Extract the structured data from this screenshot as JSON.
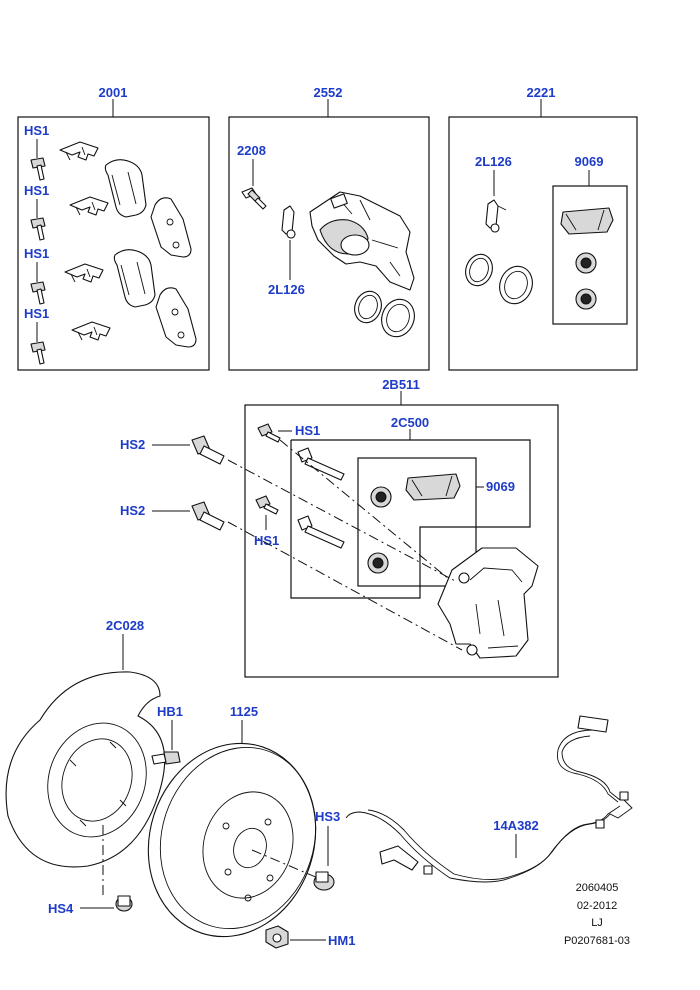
{
  "labels": {
    "box_pads": "2001",
    "box_caliper": "2552",
    "box_kit": "2221",
    "pads_hs1_a": "HS1",
    "pads_hs1_b": "HS1",
    "pads_hs1_c": "HS1",
    "pads_hs1_d": "HS1",
    "caliper_2208": "2208",
    "caliper_2l126": "2L126",
    "kit_2l126": "2L126",
    "kit_9069": "9069",
    "carrier_2b511": "2B511",
    "carrier_2c500": "2C500",
    "carrier_hs1_top": "HS1",
    "carrier_hs1_bottom": "HS1",
    "carrier_9069": "9069",
    "hs2_top": "HS2",
    "hs2_bottom": "HS2",
    "shield_2c028": "2C028",
    "hb1": "HB1",
    "disc_1125": "1125",
    "hs3": "HS3",
    "sensor_14a382": "14A382",
    "hs4": "HS4",
    "hm1": "HM1"
  },
  "footer": {
    "line1": "2060405",
    "line2": "02-2012",
    "line3": "LJ",
    "line4": "P0207681-03"
  }
}
